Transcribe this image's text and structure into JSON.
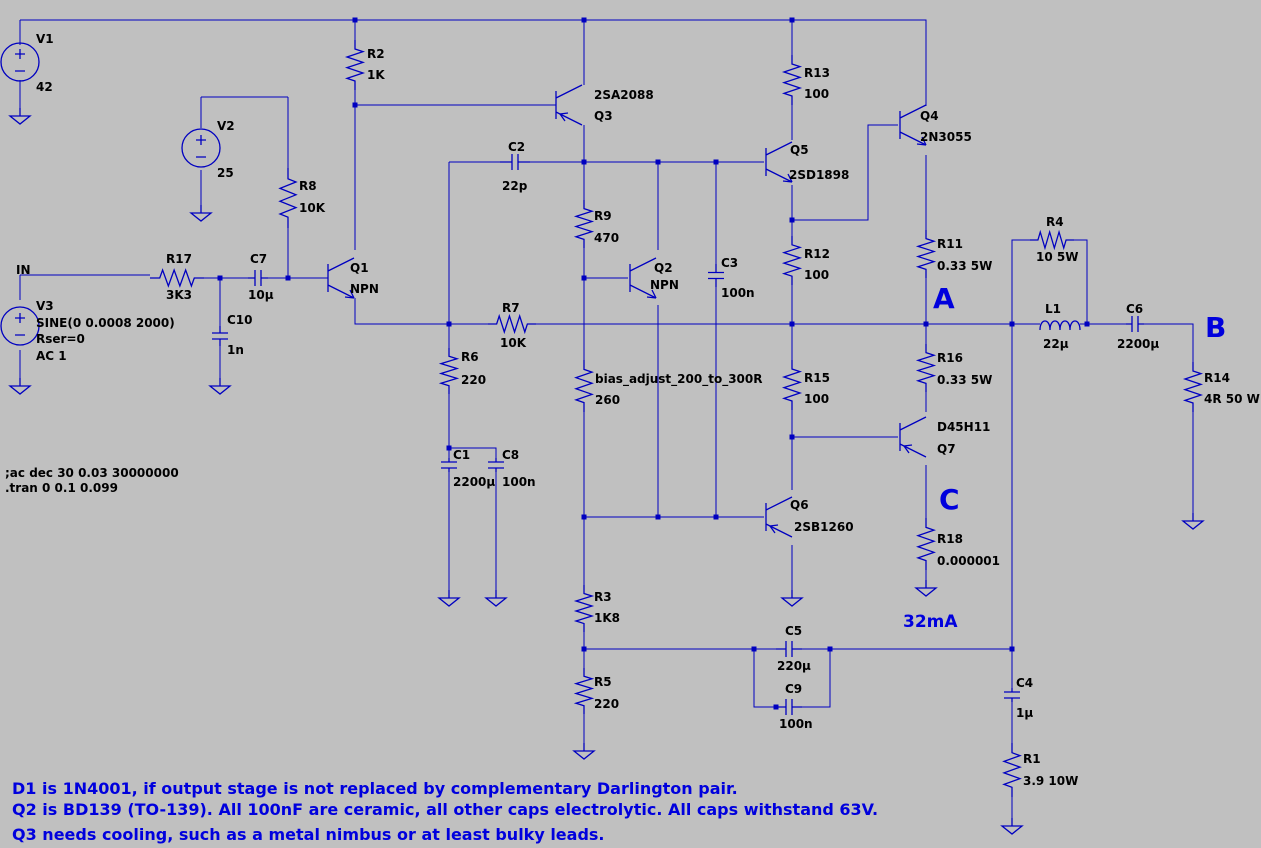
{
  "components": {
    "V1": {
      "name": "V1",
      "value": "42"
    },
    "V2": {
      "name": "V2",
      "value": "25"
    },
    "V3": {
      "name": "V3",
      "line1": "SINE(0 0.0008 2000)",
      "line2": "Rser=0",
      "line3": "AC 1"
    },
    "R1": {
      "name": "R1",
      "value": "3.9 10W"
    },
    "R2": {
      "name": "R2",
      "value": "1K"
    },
    "R3": {
      "name": "R3",
      "value": "1K8"
    },
    "R4": {
      "name": "R4",
      "value": "10 5W"
    },
    "R5": {
      "name": "R5",
      "value": "220"
    },
    "R6": {
      "name": "R6",
      "value": "220"
    },
    "R7": {
      "name": "R7",
      "value": "10K"
    },
    "R8": {
      "name": "R8",
      "value": "10K"
    },
    "R9": {
      "name": "R9",
      "value": "470"
    },
    "R11": {
      "name": "R11",
      "value": "0.33 5W"
    },
    "R12": {
      "name": "R12",
      "value": "100"
    },
    "R13": {
      "name": "R13",
      "value": "100"
    },
    "R14": {
      "name": "R14",
      "value": "4R 50 W"
    },
    "R15": {
      "name": "R15",
      "value": "100"
    },
    "R16": {
      "name": "R16",
      "value": "0.33 5W"
    },
    "R17": {
      "name": "R17",
      "value": "3K3"
    },
    "R18": {
      "name": "R18",
      "value": "0.000001"
    },
    "RBIAS": {
      "name": "bias_adjust_200_to_300R",
      "value": "260"
    },
    "C1": {
      "name": "C1",
      "value": "2200µ"
    },
    "C2": {
      "name": "C2",
      "value": "22p"
    },
    "C3": {
      "name": "C3",
      "value": "100n"
    },
    "C4": {
      "name": "C4",
      "value": "1µ"
    },
    "C5": {
      "name": "C5",
      "value": "220µ"
    },
    "C6": {
      "name": "C6",
      "value": "2200µ"
    },
    "C7": {
      "name": "C7",
      "value": "10µ"
    },
    "C8": {
      "name": "C8",
      "value": "100n"
    },
    "C9": {
      "name": "C9",
      "value": "100n"
    },
    "C10": {
      "name": "C10",
      "value": "1n"
    },
    "L1": {
      "name": "L1",
      "value": "22µ"
    },
    "Q1": {
      "name": "Q1",
      "value": "NPN"
    },
    "Q2": {
      "name": "Q2",
      "value": "NPN"
    },
    "Q3": {
      "name": "Q3",
      "value": "2SA2088"
    },
    "Q4": {
      "name": "Q4",
      "value": "2N3055"
    },
    "Q5": {
      "name": "Q5",
      "value": "2SD1898"
    },
    "Q6": {
      "name": "Q6",
      "value": "2SB1260"
    },
    "Q7": {
      "name": "Q7",
      "value": "D45H11"
    }
  },
  "labels": {
    "in": "IN",
    "a": "A",
    "b": "B",
    "c": "C",
    "current": "32mA"
  },
  "directives": {
    "ac": ";ac dec 30 0.03 30000000",
    "tran": ".tran 0 0.1 0.099"
  },
  "notes": [
    "D1 is 1N4001, if output stage is not replaced by complementary Darlington pair.",
    "Q2 is BD139 (TO-139). All 100nF are ceramic, all other caps electrolytic. All caps withstand 63V.",
    "Q3 needs cooling, such as a metal nimbus or at least bulky leads."
  ],
  "colors": {
    "background": "#c0c0c0",
    "wire": "#0000c0",
    "annotation": "#0000dd",
    "label": "#000000"
  }
}
